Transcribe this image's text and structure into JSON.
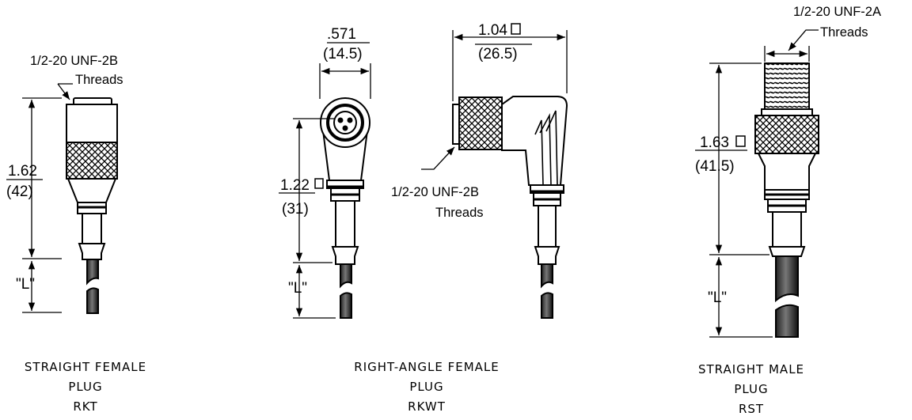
{
  "rkt": {
    "thread_line1": "1/2-20 UNF-2B",
    "thread_line2": "Threads",
    "length_in": "1.62",
    "length_mm": "(42)",
    "cable_len": "\"L\"",
    "caption": [
      "STRAIGHT FEMALE",
      "PLUG",
      "RKT"
    ]
  },
  "rkwt": {
    "width_in": ".571",
    "width_mm": "(14.5)",
    "height_in": "1.22",
    "height_mm": "(31)",
    "cable_len": "\"L\"",
    "reach_in": "1.04",
    "reach_mm": "(26.5)",
    "thread_line1": "1/2-20 UNF-2B",
    "thread_line2": "Threads",
    "caption": [
      "RIGHT-ANGLE  FEMALE",
      "PLUG",
      "RKWT"
    ]
  },
  "rst": {
    "thread_line1": "1/2-20 UNF-2A",
    "thread_line2": "Threads",
    "length_in": "1.63",
    "length_mm": "(41.5)",
    "cable_len": "\"L\"",
    "caption": [
      "STRAIGHT MALE",
      "PLUG",
      "RST"
    ]
  }
}
